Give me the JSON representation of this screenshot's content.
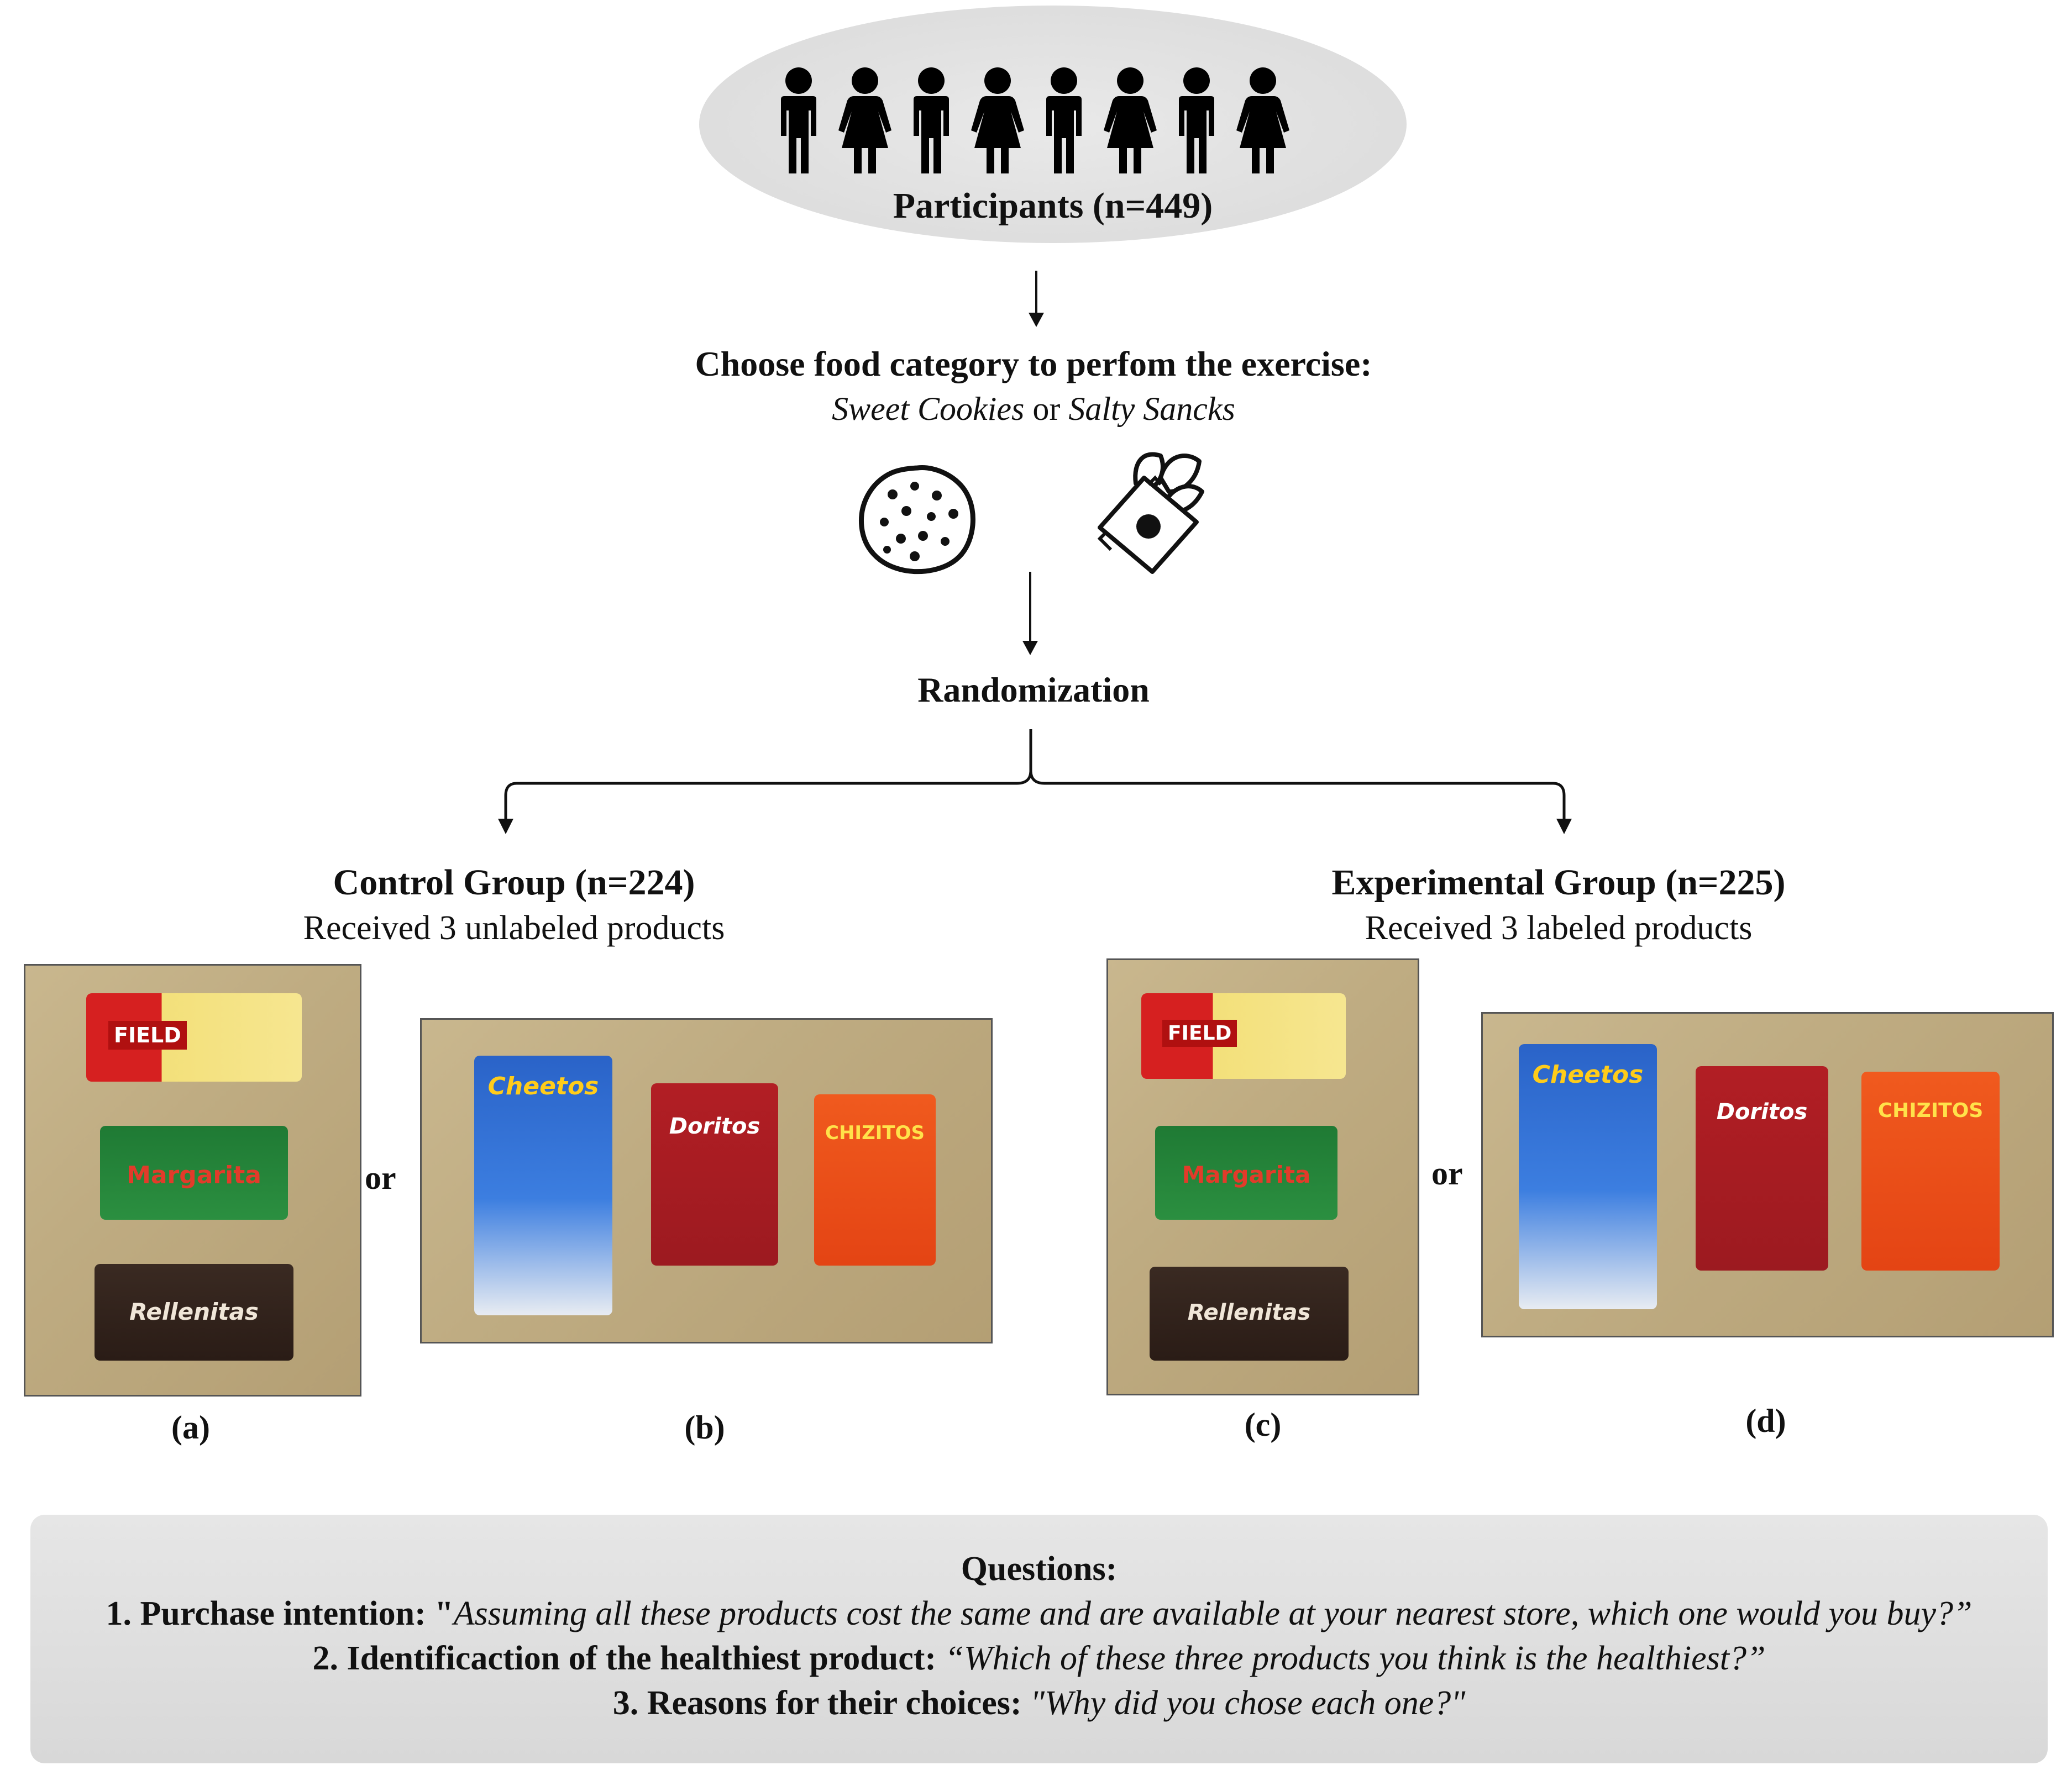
{
  "participants": {
    "label": "Participants (n=449)",
    "icons": [
      "male-icon",
      "female-icon",
      "male-icon",
      "female-icon",
      "male-icon",
      "female-icon",
      "male-icon",
      "female-icon"
    ]
  },
  "category": {
    "title": "Choose food category to perfom the exercise:",
    "option_a": "Sweet Cookies",
    "connector": "or",
    "option_b": "Salty Sancks",
    "icons": [
      "cookie-icon",
      "snack-bag-icon"
    ]
  },
  "randomization": {
    "label": "Randomization"
  },
  "control_group": {
    "title": "Control Group (n=224)",
    "subtitle": "Received 3 unlabeled products"
  },
  "experimental_group": {
    "title": "Experimental Group (n=225)",
    "subtitle": "Received 3 labeled products"
  },
  "photos": {
    "or_text": "or",
    "captions": [
      "(a)",
      "(b)",
      "(c)",
      "(d)"
    ],
    "cookie_brands": [
      "FIELD",
      "Margarita",
      "Rellenitas"
    ],
    "snack_brands": [
      "Cheetos",
      "Doritos",
      "CHIZITOS"
    ]
  },
  "questions": {
    "title": "Questions:",
    "q1_label": "1. Purchase intention: ",
    "q1_quote_open": "\"",
    "q1_text": "Assuming all these products cost the same and are available at your nearest store, which one would you buy?”",
    "q2_label": "2. Identificaction of the healthiest product: ",
    "q2_text": "“Which of these three products you think is the healthiest?”",
    "q3_label": "3. Reasons for their choices: ",
    "q3_text": "\"Why did you chose each one?\""
  },
  "colors": {
    "bubble": "#dcdcdc",
    "questions_box": "#dedede",
    "arrow": "#111111",
    "table_wood": "#c4b187"
  }
}
